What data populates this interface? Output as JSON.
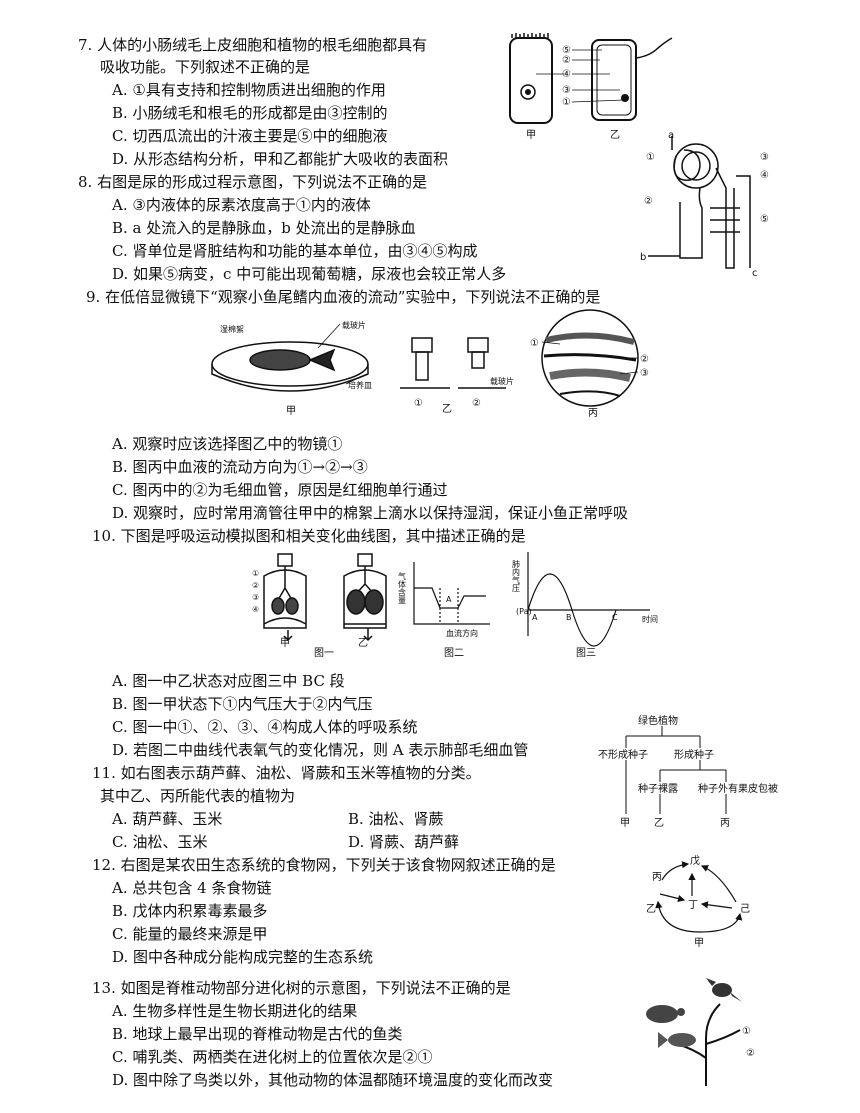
{
  "q7": {
    "stem1": "7. 人体的小肠绒毛上皮细胞和植物的根毛细胞都具有",
    "stem2": "吸收功能。下列叙述不正确的是",
    "options": [
      "A. ①具有支持和控制物质进出细胞的作用",
      "B. 小肠绒毛和根毛的形成都是由③控制的",
      "C. 切西瓜流出的汁液主要是⑤中的细胞液",
      "D. 从形态结构分析，甲和乙都能扩大吸收的表面积"
    ],
    "fig_labels": {
      "jia": "甲",
      "yi": "乙",
      "n1": "①",
      "n2": "②",
      "n3": "③",
      "n4": "④",
      "n5": "⑤"
    }
  },
  "q8": {
    "stem": "8. 右图是尿的形成过程示意图，下列说法不正确的是",
    "options": [
      "A. ③内液体的尿素浓度高于①内的液体",
      "B. a 处流入的是静脉血，b 处流出的是静脉血",
      "C. 肾单位是肾脏结构和功能的基本单位，由③④⑤构成",
      "D. 如果⑤病变，c 中可能出现葡萄糖，尿液也会较正常人多"
    ],
    "fig_labels": {
      "a": "a",
      "b": "b",
      "c": "c",
      "n1": "①",
      "n2": "②",
      "n3": "③",
      "n4": "④",
      "n5": "⑤"
    }
  },
  "q9": {
    "stem": "9. 在低倍显微镜下“观察小鱼尾鳍内血液的流动”实验中，下列说法不正确的是",
    "options": [
      "A. 观察时应该选择图乙中的物镜①",
      "B. 图丙中血液的流动方向为①→②→③",
      "C. 图丙中的②为毛细血管，原因是红细胞单行通过",
      "D. 观察时，应时常用滴管往甲中的棉絮上滴水以保持湿润，保证小鱼正常呼吸"
    ],
    "fig_labels": {
      "cotton": "湿棉絮",
      "slide": "载玻片",
      "dish": "培养皿",
      "slide2": "载玻片",
      "jia": "甲",
      "yi": "乙",
      "bing": "丙",
      "n1": "①",
      "n2": "②",
      "n3": "③"
    }
  },
  "q10": {
    "stem": "10. 下图是呼吸运动模拟图和相关变化曲线图，其中描述正确的是",
    "options": [
      "A. 图一中乙状态对应图三中 BC 段",
      "B. 图一甲状态下①内气压大于②内气压",
      "C. 图一中①、②、③、④构成人体的呼吸系统",
      "D. 若图二中曲线代表氧气的变化情况，则 A 表示肺部毛细血管"
    ],
    "fig_labels": {
      "fig1": "图一",
      "fig2": "图二",
      "fig3": "图三",
      "jia": "甲",
      "yi": "乙",
      "ylabel2": "气体含量",
      "xlabel2": "血流方向",
      "ylabel3": "肺内气压",
      "pa": "(Pa)",
      "A": "A",
      "B": "B",
      "C": "C",
      "xlabel3": "时间",
      "n1": "①",
      "n2": "②",
      "n3": "③",
      "n4": "④"
    }
  },
  "q11": {
    "stem1": "11. 如右图表示葫芦藓、油松、肾蕨和玉米等植物的分类。",
    "stem2": "其中乙、丙所能代表的植物为",
    "options": [
      "A. 葫芦藓、玉米",
      "B. 油松、肾蕨",
      "C. 油松、玉米",
      "D. 肾蕨、葫芦藓"
    ],
    "tree": {
      "root": "绿色植物",
      "no_seed": "不形成种子",
      "seed": "形成种子",
      "bare": "种子裸露",
      "covered": "种子外有果皮包被",
      "jia": "甲",
      "yi": "乙",
      "bing": "丙"
    }
  },
  "q12": {
    "stem": "12. 右图是某农田生态系统的食物网，下列关于该食物网叙述正确的是",
    "options": [
      "A. 总共包含 4 条食物链",
      "B. 戊体内积累毒素最多",
      "C. 能量的最终来源是甲",
      "D. 图中各种成分能构成完整的生态系统"
    ],
    "web": {
      "wu": "戊",
      "bing": "丙",
      "ding": "丁",
      "ji": "己",
      "yi": "乙",
      "jia": "甲"
    }
  },
  "q13": {
    "stem": "13. 如图是脊椎动物部分进化树的示意图，下列说法不正确的是",
    "options": [
      "A. 生物多样性是生物长期进化的结果",
      "B. 地球上最早出现的脊椎动物是古代的鱼类",
      "C. 哺乳类、两栖类在进化树上的位置依次是②①",
      "D. 图中除了鸟类以外，其他动物的体温都随环境温度的变化而改变"
    ],
    "fig_labels": {
      "n1": "①",
      "n2": "②"
    }
  }
}
